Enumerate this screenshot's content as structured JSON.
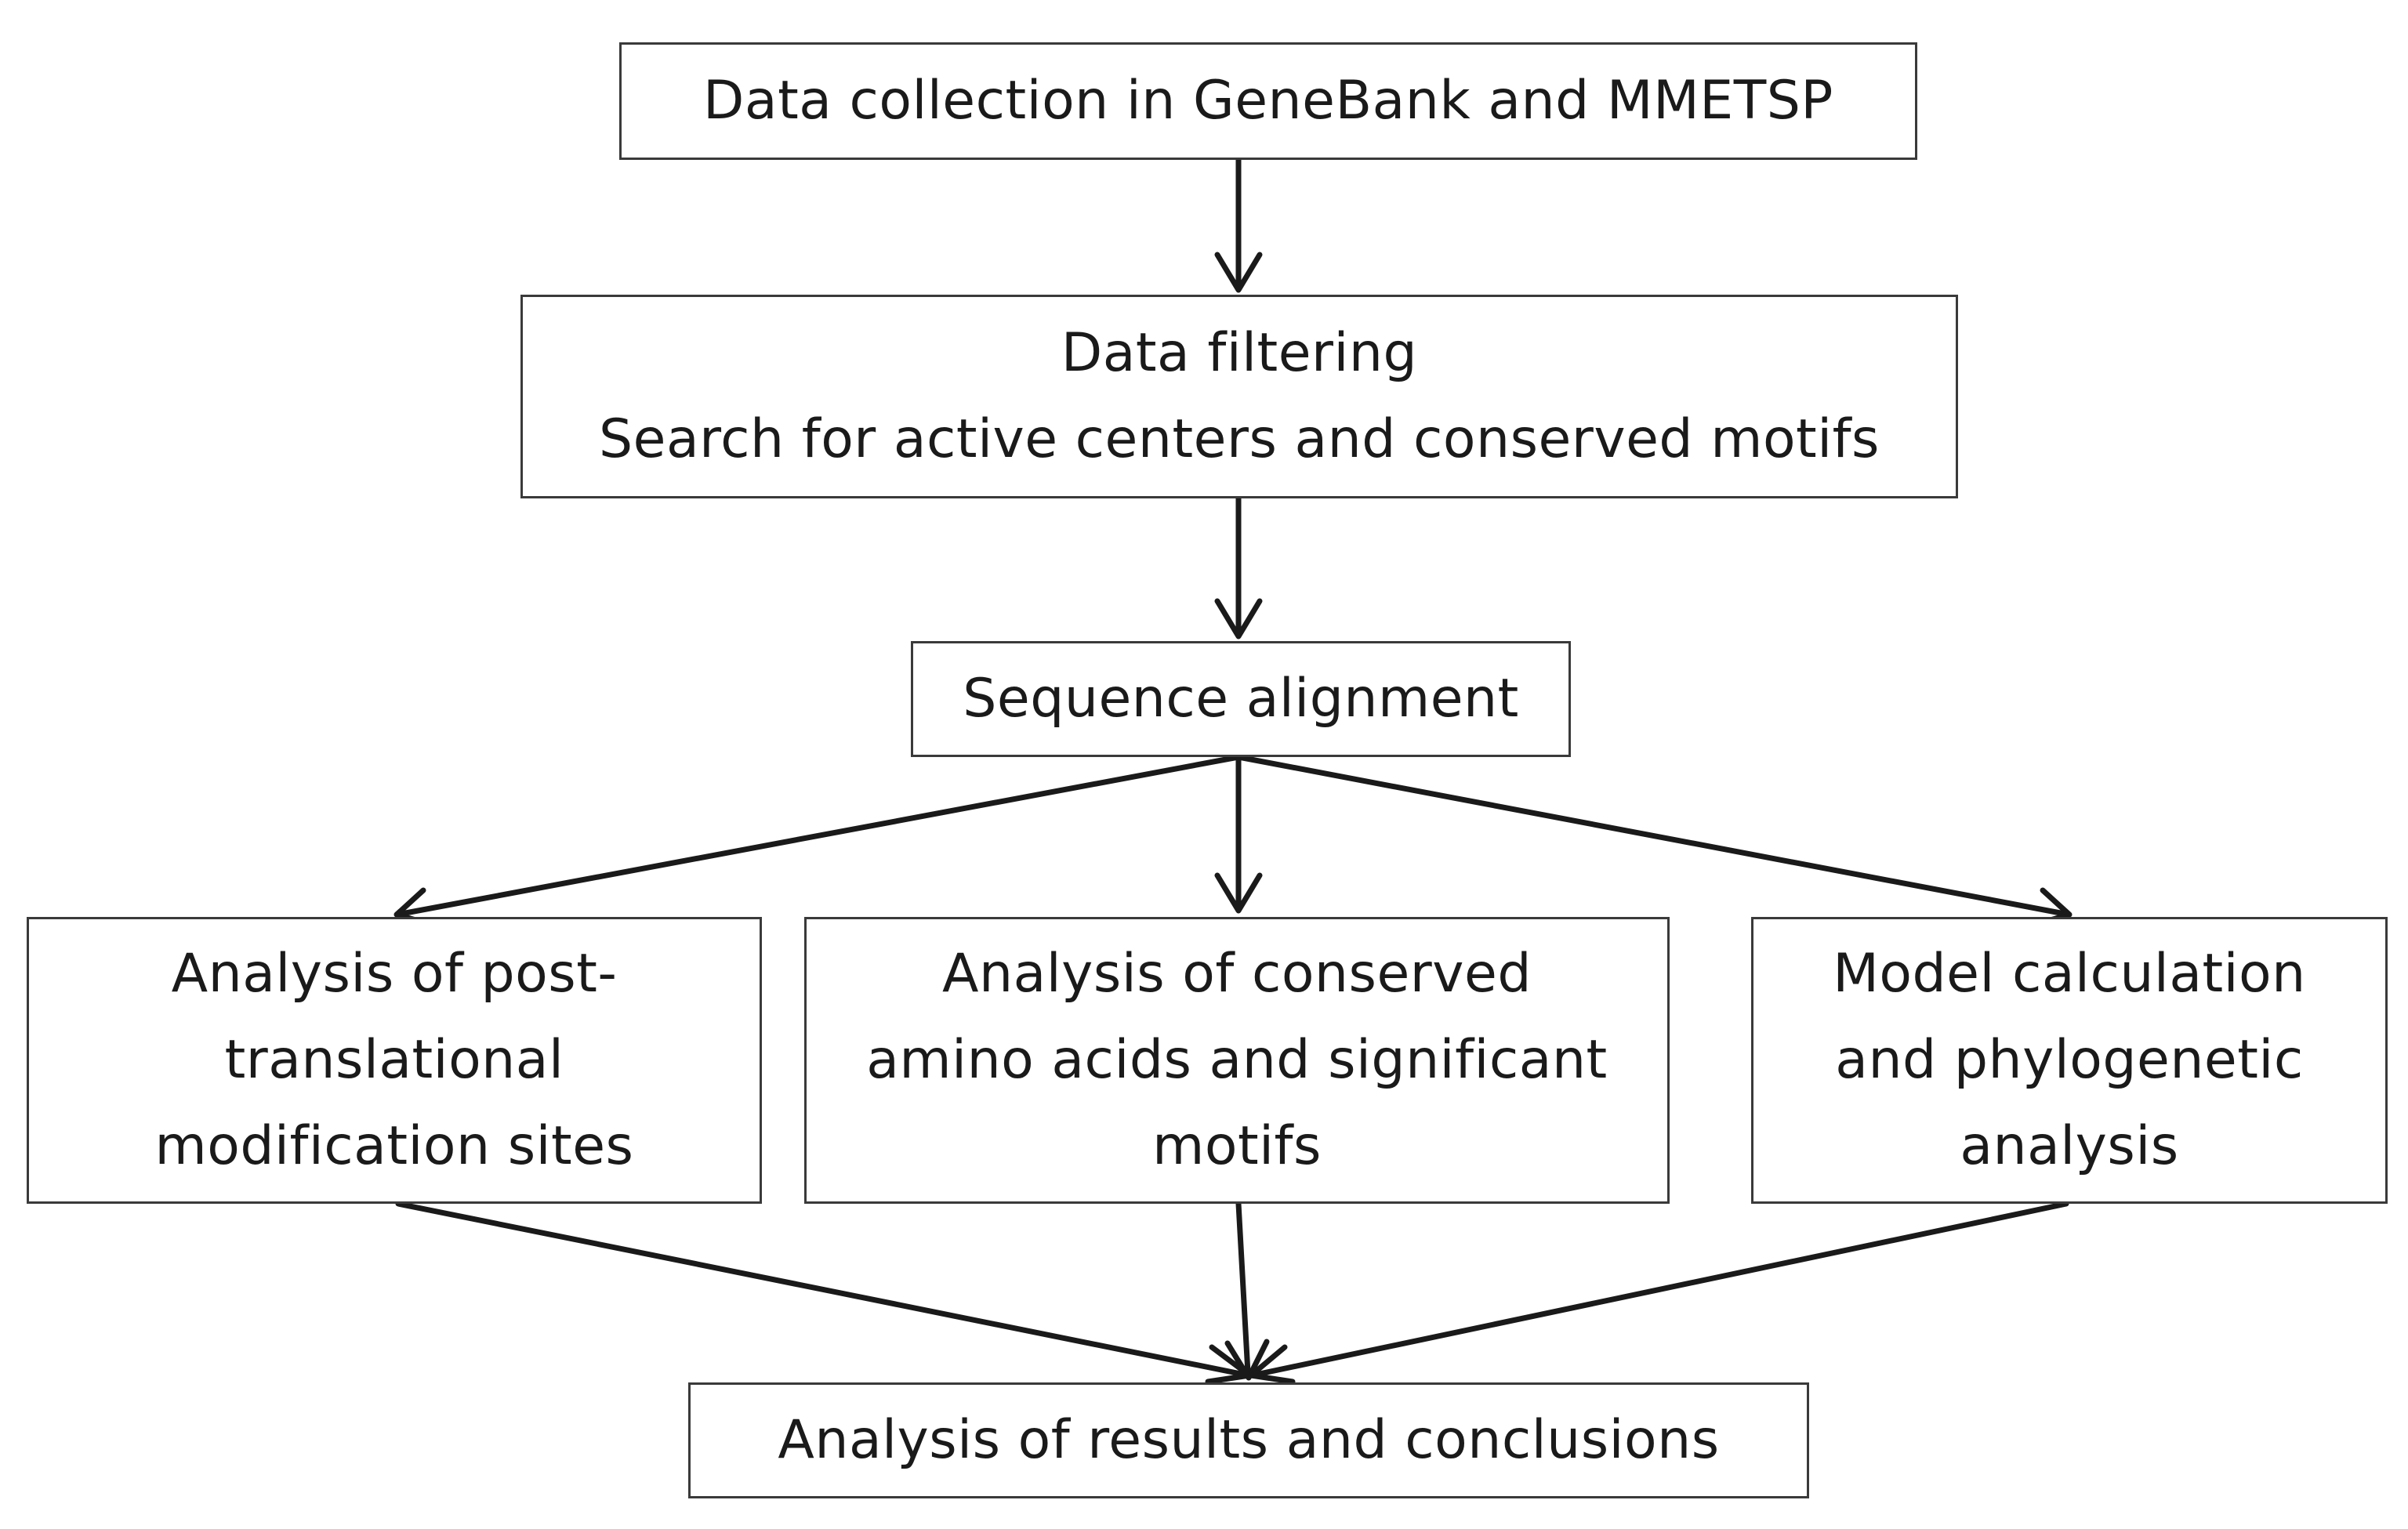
{
  "diagram": {
    "nodes": {
      "collection": {
        "lines": [
          "Data collection in GeneBank and MMETSP"
        ]
      },
      "filtering": {
        "lines": [
          "Data filtering",
          "Search for active centers and conserved motifs"
        ]
      },
      "alignment": {
        "lines": [
          "Sequence alignment"
        ]
      },
      "ptm": {
        "lines": [
          "Analysis of post-",
          "translational",
          "modification sites"
        ]
      },
      "conserved": {
        "lines": [
          "Analysis of conserved",
          "amino acids and significant",
          "motifs"
        ]
      },
      "model": {
        "lines": [
          "Model calculation",
          "and phylogenetic",
          "analysis"
        ]
      },
      "results": {
        "lines": [
          "Analysis of results and conclusions"
        ]
      }
    },
    "edges": [
      {
        "from": "collection",
        "to": "filtering"
      },
      {
        "from": "filtering",
        "to": "alignment"
      },
      {
        "from": "alignment",
        "to": "ptm"
      },
      {
        "from": "alignment",
        "to": "conserved"
      },
      {
        "from": "alignment",
        "to": "model"
      },
      {
        "from": "ptm",
        "to": "results"
      },
      {
        "from": "conserved",
        "to": "results"
      },
      {
        "from": "model",
        "to": "results"
      }
    ],
    "colors": {
      "stroke": "#1a1a1a",
      "box_border": "#3a3a3a",
      "background": "#ffffff"
    }
  }
}
